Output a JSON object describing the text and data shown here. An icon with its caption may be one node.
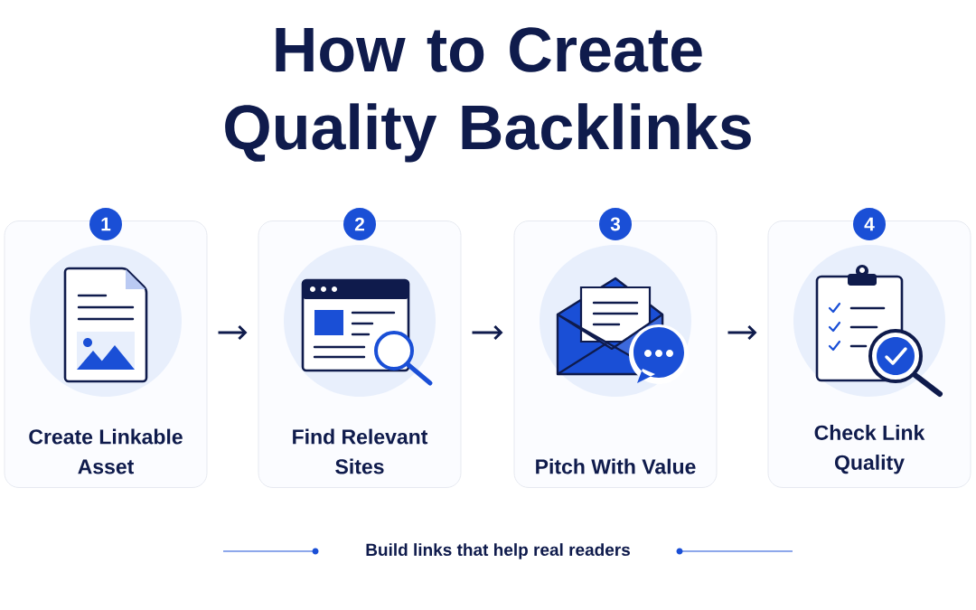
{
  "diagram": {
    "title": "How to Create Quality Backlinks",
    "nodes": [
      {
        "text": [
          "Create Linkable Asset"
        ]
      },
      {
        "text": [
          "Find Relevant Sites"
        ]
      },
      {
        "text": [
          "Pitch With Value"
        ]
      },
      {
        "text": [
          "Check Link Quality"
        ]
      },
      {
        "text": [
          "1"
        ]
      },
      {
        "text": [
          "2"
        ]
      },
      {
        "text": [
          "3"
        ]
      },
      {
        "text": [
          "4"
        ]
      }
    ],
    "edges": [
      {
        "from": 0,
        "to": 1,
        "arrow": "to"
      },
      {
        "from": 1,
        "to": 2,
        "arrow": "to"
      },
      {
        "from": 2,
        "to": 3,
        "arrow": "to"
      }
    ],
    "labels": [
      "Build links that help real readers"
    ]
  }
}
